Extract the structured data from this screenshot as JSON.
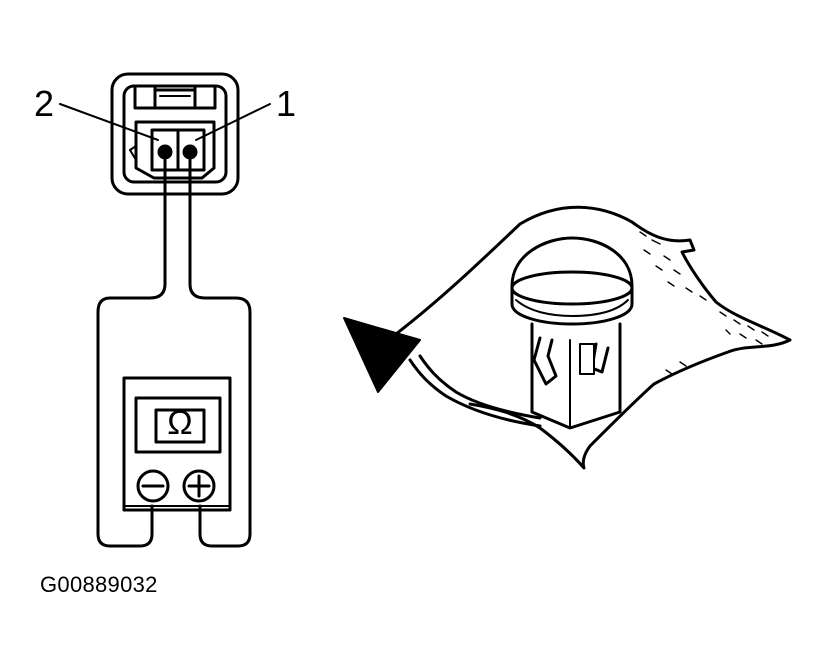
{
  "labels": {
    "pin_2": "2",
    "pin_1": "1",
    "meter_symbol": "Ω",
    "negative": "−",
    "positive": "+",
    "figure_id": "G00889032"
  },
  "colors": {
    "line": "#000000",
    "background": "#ffffff"
  },
  "icons": [
    "ohmmeter-icon",
    "connector-icon",
    "removal-arrow-icon",
    "sensor-component"
  ]
}
